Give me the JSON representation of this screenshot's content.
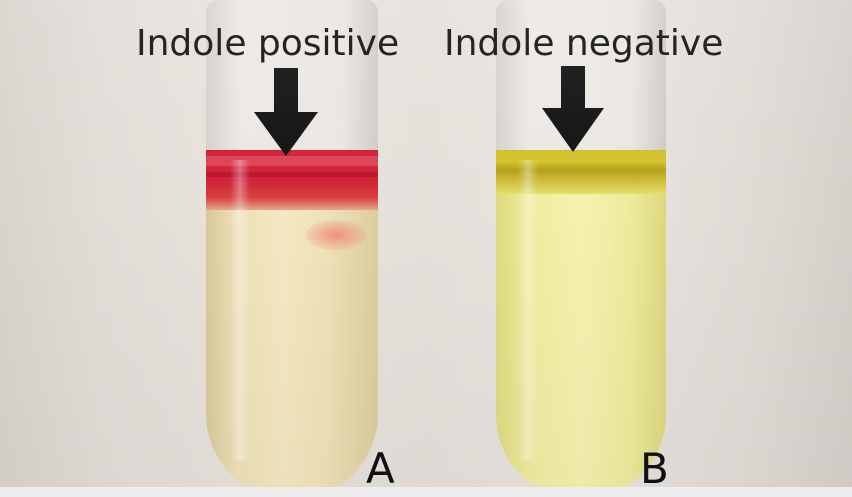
{
  "labels": {
    "left": "Indole positive",
    "right": "Indole negative"
  },
  "tube_letters": {
    "left": "A",
    "right": "B"
  },
  "icons": {
    "left_arrow": "arrow-down-icon",
    "right_arrow": "arrow-down-icon"
  },
  "colors": {
    "positive_reagent": "#d11d34",
    "negative_reagent": "#cfc128",
    "positive_broth": "#f1e6bd",
    "negative_broth": "#f3f0ab",
    "background": "#e6e0db",
    "text": "#111111"
  }
}
